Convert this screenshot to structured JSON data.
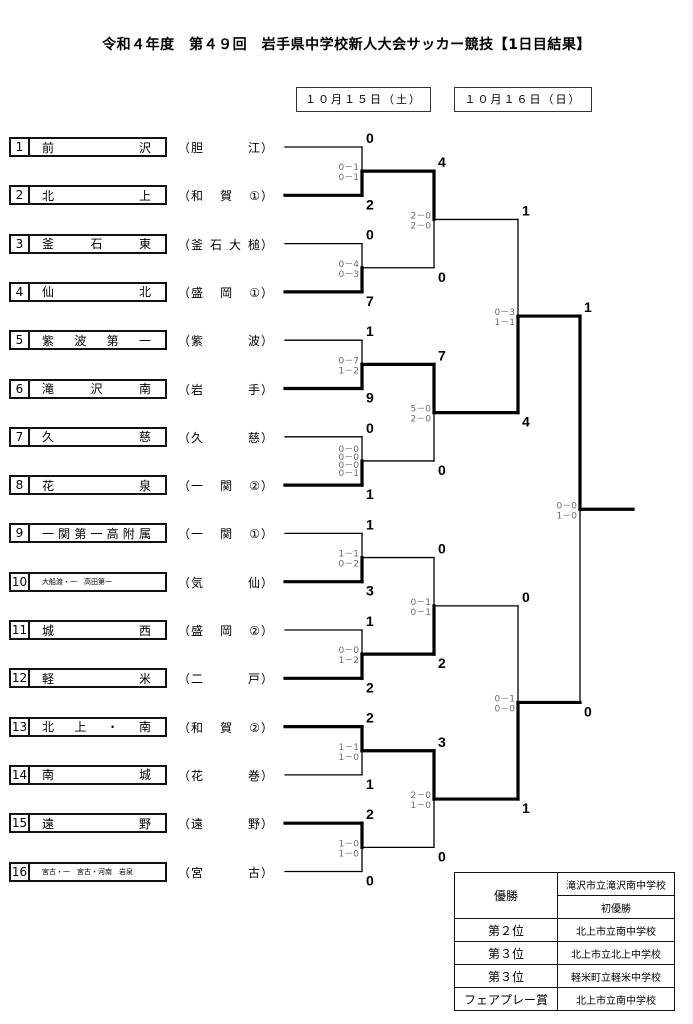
{
  "title": "令和４年度　第４９回　岩手県中学校新人大会サッカー競技【1日目結果】",
  "dates": [
    "１０月１５日（土）",
    "１０月１６日（日）"
  ],
  "teams": [
    {
      "seed": "1",
      "name": [
        "前",
        "沢"
      ],
      "region": [
        "（胆",
        "江）"
      ]
    },
    {
      "seed": "2",
      "name": [
        "北",
        "上"
      ],
      "region": [
        "（和",
        "賀",
        "①）"
      ]
    },
    {
      "seed": "3",
      "name": [
        "釜",
        "石",
        "東"
      ],
      "region": [
        "（釜",
        "石",
        "大",
        "槌）"
      ]
    },
    {
      "seed": "4",
      "name": [
        "仙",
        "北"
      ],
      "region": [
        "（盛",
        "岡",
        "①）"
      ]
    },
    {
      "seed": "5",
      "name": [
        "紫",
        "波",
        "第",
        "一"
      ],
      "region": [
        "（紫",
        "波）"
      ]
    },
    {
      "seed": "6",
      "name": [
        "滝",
        "沢",
        "南"
      ],
      "region": [
        "（岩",
        "手）"
      ]
    },
    {
      "seed": "7",
      "name": [
        "久",
        "慈"
      ],
      "region": [
        "（久",
        "慈）"
      ]
    },
    {
      "seed": "8",
      "name": [
        "花",
        "泉"
      ],
      "region": [
        "（一",
        "関",
        "②）"
      ]
    },
    {
      "seed": "9",
      "name": [
        "一",
        "関",
        "第",
        "一",
        "高",
        "附",
        "属"
      ],
      "region": [
        "（一",
        "関",
        "①）"
      ]
    },
    {
      "seed": "10",
      "name_small": "大船渡・一　高田第一",
      "region": [
        "（気",
        "仙）"
      ]
    },
    {
      "seed": "11",
      "name": [
        "城",
        "西"
      ],
      "region": [
        "（盛",
        "岡",
        "②）"
      ]
    },
    {
      "seed": "12",
      "name": [
        "軽",
        "米"
      ],
      "region": [
        "（二",
        "戸）"
      ]
    },
    {
      "seed": "13",
      "name": [
        "北",
        "上",
        "・",
        "南"
      ],
      "region": [
        "（和",
        "賀",
        "②）"
      ]
    },
    {
      "seed": "14",
      "name": [
        "南",
        "城"
      ],
      "region": [
        "（花",
        "巻）"
      ]
    },
    {
      "seed": "15",
      "name": [
        "遠",
        "野"
      ],
      "region": [
        "（遠",
        "野）"
      ]
    },
    {
      "seed": "16",
      "name_small": "宮古・一　宮古・河南　岩泉",
      "region": [
        "（宮",
        "古）"
      ]
    }
  ],
  "round1": [
    {
      "scores": [
        "0",
        "2"
      ],
      "halves": [
        "0－1",
        "0－1"
      ],
      "winner": 1
    },
    {
      "scores": [
        "0",
        "7"
      ],
      "halves": [
        "0－4",
        "0－3"
      ],
      "winner": 1
    },
    {
      "scores": [
        "1",
        "9"
      ],
      "halves": [
        "0－7",
        "1－2"
      ],
      "winner": 1
    },
    {
      "scores": [
        "0",
        "1"
      ],
      "halves": [
        "0－0",
        "0－0",
        "0－0",
        "0－1"
      ],
      "winner": 1
    },
    {
      "scores": [
        "1",
        "3"
      ],
      "halves": [
        "1－1",
        "0－2"
      ],
      "winner": 1
    },
    {
      "scores": [
        "1",
        "2"
      ],
      "halves": [
        "0－0",
        "1－2"
      ],
      "winner": 1
    },
    {
      "scores": [
        "2",
        "1"
      ],
      "halves": [
        "1－1",
        "1－0"
      ],
      "winner": 0
    },
    {
      "scores": [
        "2",
        "0"
      ],
      "halves": [
        "1－0",
        "1－0"
      ],
      "winner": 0
    }
  ],
  "round2": [
    {
      "scores": [
        "4",
        "0"
      ],
      "halves": [
        "2－0",
        "2－0"
      ],
      "winner": 0
    },
    {
      "scores": [
        "7",
        "0"
      ],
      "halves": [
        "5－0",
        "2－0"
      ],
      "winner": 0
    },
    {
      "scores": [
        "0",
        "2"
      ],
      "halves": [
        "0－1",
        "0－1"
      ],
      "winner": 1
    },
    {
      "scores": [
        "3",
        "0"
      ],
      "halves": [
        "2－0",
        "1－0"
      ],
      "winner": 0
    }
  ],
  "semifinal": [
    {
      "scores": [
        "1",
        "4"
      ],
      "halves": [
        "0－3",
        "1－1"
      ],
      "winner": 1
    },
    {
      "scores": [
        "0",
        "1"
      ],
      "halves": [
        "0－1",
        "0－0"
      ],
      "winner": 1
    }
  ],
  "final": {
    "scores": [
      "1",
      "0"
    ],
    "halves": [
      "0－0",
      "1－0"
    ],
    "winner": 0
  },
  "results": [
    {
      "label": "優勝",
      "school": "滝沢市立滝沢南中学校",
      "note": "初優勝"
    },
    {
      "label": "第２位",
      "school": "北上市立南中学校"
    },
    {
      "label": "第３位",
      "school": "北上市立北上中学校"
    },
    {
      "label": "第３位",
      "school": "軽米町立軽米中学校"
    },
    {
      "label": "フェアプレー賞",
      "school": "北上市立南中学校"
    }
  ]
}
